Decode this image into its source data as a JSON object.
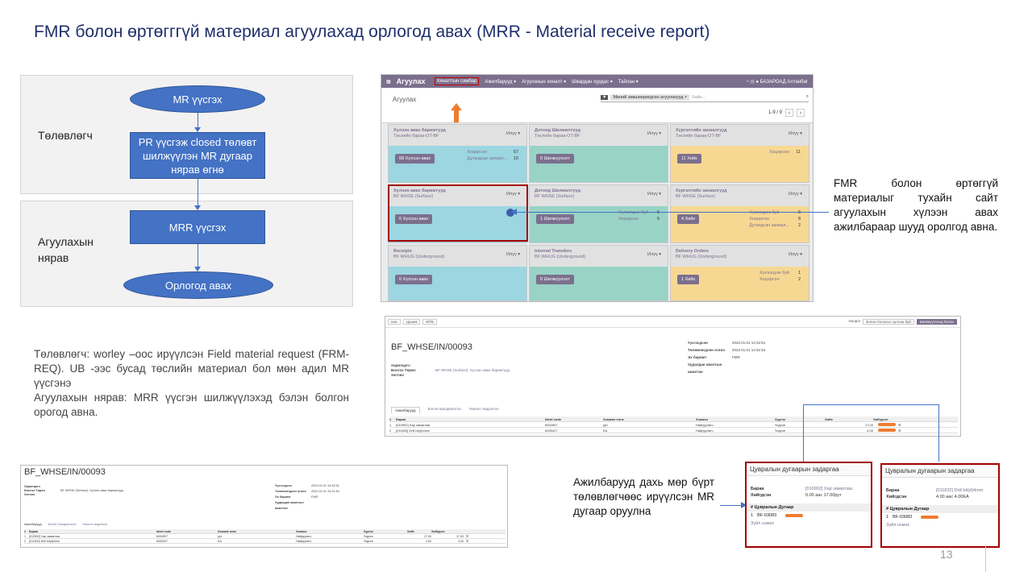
{
  "slide": {
    "title": "FMR болон өртөгггүй материал агуулахад орлогод авах (MRR - Material receive report)",
    "page_number": "13"
  },
  "flow": {
    "lane1_label": "Төлөвлөгч",
    "lane2_label_line1": "Агуулахын",
    "lane2_label_line2": "нярав",
    "node_mr": "MR үүсгэх",
    "node_pr": "PR үүсгэж closed төлөвт шилжүүлэн MR дугаар нярав өгнө",
    "node_mrr": "MRR үүсгэх",
    "node_receive": "Орлогод авах"
  },
  "desc": {
    "planner": "Төлөвлөгч: worley –оос ирүүлсэн Field material request (FRM-REQ). UB -ээс бусад төслийн материал бол мөн адил MR үүсгэнэ",
    "storekeeper": "Агуулахын нярав: MRR үүсгэн шилжүүлэхэд бэлэн болгон орогод авна."
  },
  "notes": {
    "right": "FMR болон өртөггүй материалыг тухайн сайт агуулахын хүлээн авах ажилбараар шууд оролгод авна.",
    "bottom": "Ажилбарууд дахь мөр бүрт төлөвлөгчөөс ирүүлсэн MR дугаар оруулна"
  },
  "dashboard": {
    "brand": "Агуулах",
    "menu": [
      "Хяналтын самбар",
      "Ажилбарууд ▾",
      "Агуулахын хяналт ▾",
      "Швардан хурдас ▾",
      "Тайлан ▾"
    ],
    "user": "БАЗАРОАД Алтанбаг",
    "breadcrumb": "Агуулах",
    "search_facet": "Миний зөвшөөрөгдсөн агуулахууд ×",
    "search_placeholder": "Хайх...",
    "pager": "1-9 / 9",
    "cards": [
      {
        "title": "Хүлээн авах баримтууд",
        "sub": "Төслийн бараа-OT-BF",
        "menu": "Илүү ▾",
        "btn": "68 Хүлээн авах",
        "stats": [
          [
            "Хоцорсон",
            "67"
          ],
          [
            "Дутагдсан захиал...",
            "10"
          ]
        ]
      },
      {
        "title": "Дотоод Шилжилтүүд",
        "sub": "Төслийн бараа-OT-BF",
        "menu": "Илүү ▾",
        "btn": "0 Шилжүүлэлт",
        "stats": []
      },
      {
        "title": "Хүргэлтийн захиалгууд",
        "sub": "Төслийн бараа-OT-BF",
        "menu": "Илүү ▾",
        "btn": "11 Хийх",
        "stats": [
          [
            "Хоцорсон",
            "11"
          ]
        ]
      },
      {
        "title": "Хүлээн авах баримтууд",
        "sub": "BF WHSE (Surface)",
        "menu": "Илүү ▾",
        "btn": "0 Хүлээн авах",
        "stats": []
      },
      {
        "title": "Дотоод Шилжилтүүд",
        "sub": "BF WHSE (Surface)",
        "menu": "Илүү ▾",
        "btn": "1 Шилжүүлэлт",
        "stats": [
          [
            "Хүлээгдэж буй",
            "5"
          ],
          [
            "Хоцорсон",
            "5"
          ]
        ]
      },
      {
        "title": "Хүргэлтийн захиалгууд",
        "sub": "BF WHSE (Surface)",
        "menu": "Илүү ▾",
        "btn": "4 Хийх",
        "stats": [
          [
            "Хүлээгдэж буй",
            "8"
          ],
          [
            "Хоцорсон",
            "8"
          ],
          [
            "Дутагдсан захиал...",
            "2"
          ]
        ]
      },
      {
        "title": "Receipts",
        "sub": "BF WHUG (Underground)",
        "menu": "Илүү ▾",
        "btn": "0 Хүлээн авах",
        "stats": []
      },
      {
        "title": "Internal Transfers",
        "sub": "BF WHUG (Underground)",
        "menu": "Илүү ▾",
        "btn": "0 Шилжүүлэлт",
        "stats": []
      },
      {
        "title": "Delivery Orders",
        "sub": "BF WHUG (Underground)",
        "menu": "Илүү ▾",
        "btn": "1 Хийх",
        "stats": [
          [
            "Хүлээгдэж буй",
            "1"
          ],
          [
            "Хоцорсон",
            "2"
          ]
        ]
      }
    ]
  },
  "form1": {
    "breadcrumb": [
      "ком",
      "Цахим",
      "МТВ"
    ],
    "steps": [
      "Ноорог",
      "Бэлэн болохыг хүлээж буй",
      "Шилжүүлэхэд бэлэн"
    ],
    "title": "BF_WHSE/IN/00093",
    "left_fields": [
      [
        "Харилцагч",
        ""
      ],
      [
        "Болгох Төрөл",
        "BF WHSE (Surface): Хүлээн авах баримтууд"
      ],
      [
        "Хөтлөх",
        ""
      ]
    ],
    "right_fields": [
      [
        "Үүсгэсдсэн",
        "2022.01.01 14:32:51"
      ],
      [
        "Төлөвлөгдсөн огноо",
        "2022.01.01 14:31:54"
      ],
      [
        "Эх баримт",
        "FMR"
      ],
      [
        "Худалдан авалтын ажилтан",
        ""
      ]
    ],
    "tabs": [
      "Ажилбарууд",
      "Бэлэн Шалдвагатха",
      "Нэмэлт мэдээлэл"
    ],
    "columns": [
      "#",
      "Бараа",
      "Ident code",
      "Хэмжих нэгж",
      "Хэмжээ",
      "Хүргэх",
      "Хийх",
      "Хийгдсэн"
    ],
    "rows": [
      [
        "1",
        "[010902] Хар замаглаа",
        "6004907",
        "рут",
        "Найруулагч",
        "Үндсэн",
        "17.00",
        ""
      ],
      [
        "2",
        "[011832] Drill bit(d)4mm",
        "6005427",
        "EA",
        "Найруулагч",
        "Үндсэн",
        "4.00",
        ""
      ]
    ]
  },
  "form2": {
    "title": "BF_WHSE/IN/00093",
    "left_fields": [
      [
        "Харилцагч",
        ""
      ],
      [
        "Болгох Төрөл",
        "BF WHSE (Surface): Хүлээн авах баримтууд"
      ],
      [
        "Хөтлөх",
        ""
      ]
    ],
    "right_fields": [
      [
        "Үүсгэсдсэн",
        "2022.01.01 14:32:51"
      ],
      [
        "Төлөвлөгдсөн огноо",
        "2022.01.01 14:31:54"
      ],
      [
        "Эх баримт",
        "FMR"
      ],
      [
        "Худалдан авалтын ажилтан",
        ""
      ]
    ],
    "tabs": [
      "Ажилбарууд",
      "Бэлэн Шалдвагатха",
      "Нэмэлт мэдээлэл"
    ],
    "columns": [
      "#",
      "Бараа",
      "Ident code",
      "Хэмжих нэгж",
      "Хэмжээ",
      "Хүргэх",
      "Хийх",
      "Хийгдсэн"
    ],
    "rows": [
      [
        "1",
        "[010902] Хар замаглаа",
        "6004907",
        "рут",
        "Найруулагч",
        "Үндсэн",
        "17.00",
        "17.00"
      ],
      [
        "2",
        "[011832] Drill bit(d)4mm",
        "6005427",
        "EA",
        "Найруулагч",
        "Үндсэн",
        "4.00",
        "4.00"
      ]
    ]
  },
  "popup1": {
    "title": "Цувралын дугаарын задаргаа",
    "product_label": "Бараа",
    "product_value": "[010902] Хар замаглаа",
    "done_label": "Хийгдсэн",
    "done_value": "0.00 аас 17.00рут",
    "col_header": "Цувралын Дугаар",
    "row_num": "1",
    "row_value": "BF-03083",
    "add_line": "Зүйл нэмэх"
  },
  "popup2": {
    "title": "Цувралын дугаарын задаргаа",
    "product_label": "Бараа",
    "product_value": "[011832] Drill bit(d)4mm",
    "done_label": "Хийгдсэн",
    "done_value": "4.00 аас 4.00EA",
    "col_header": "Цувралын Дугаар",
    "row_num": "1",
    "row_value": "BF-03083",
    "add_line": "Зүйл нэмэх"
  },
  "colors": {
    "accent": "#4472c4",
    "odoo": "#7c6f8e",
    "highlight": "#a10000",
    "arrow": "#ed7d31"
  }
}
